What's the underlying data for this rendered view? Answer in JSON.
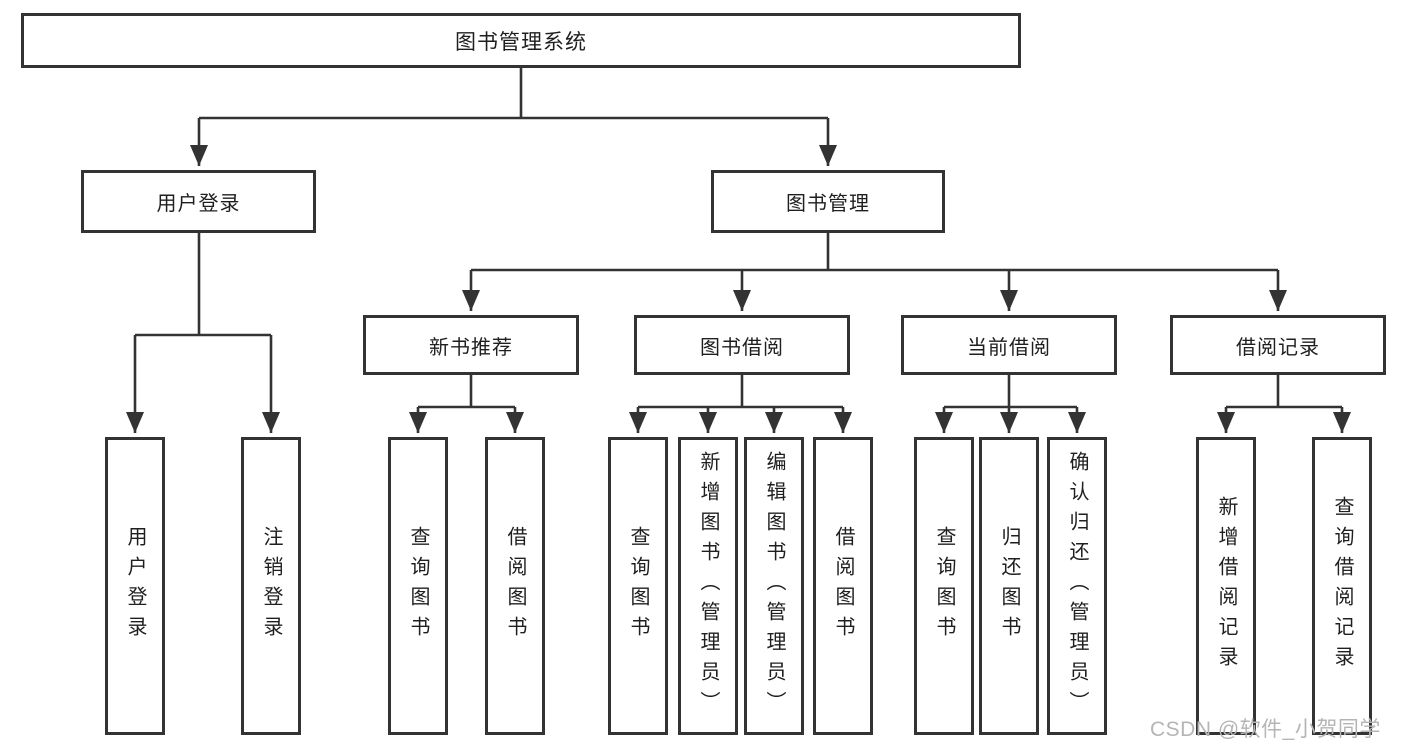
{
  "tree": {
    "root": "图书管理系统",
    "user_branch": {
      "label": "用户登录",
      "children": [
        "用户登录",
        "注销登录"
      ]
    },
    "book_branch": {
      "label": "图书管理",
      "sections": [
        {
          "label": "新书推荐",
          "children": [
            "查询图书",
            "借阅图书"
          ]
        },
        {
          "label": "图书借阅",
          "children": [
            "查询图书",
            "新增图书（管理员）",
            "编辑图书（管理员）",
            "借阅图书"
          ]
        },
        {
          "label": "当前借阅",
          "children": [
            "查询图书",
            "归还图书",
            "确认归还（管理员）"
          ]
        },
        {
          "label": "借阅记录",
          "children": [
            "新增借阅记录",
            "查询借阅记录"
          ]
        }
      ]
    }
  },
  "watermark": "CSDN @软件_小贺同学",
  "colors": {
    "line": "#333333",
    "text": "#1f1f1f",
    "watermark": "#b5b5b5",
    "background": "#ffffff"
  }
}
